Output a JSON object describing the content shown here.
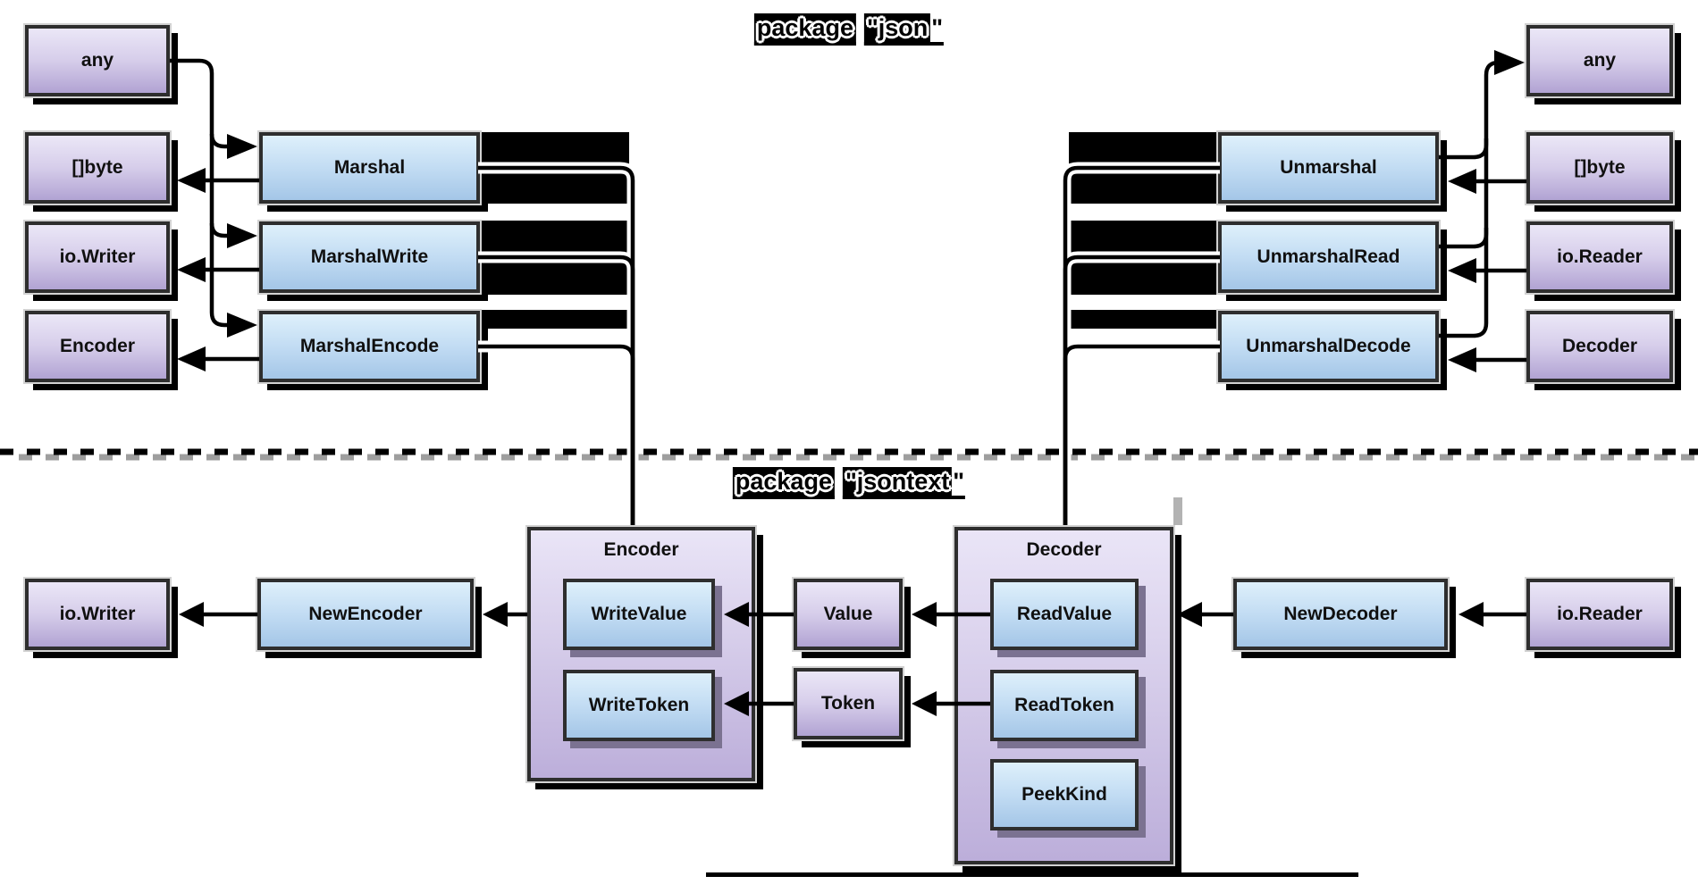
{
  "titles": {
    "json": {
      "word": "package",
      "quoted": "\"json",
      "tail": "\""
    },
    "jsontext": {
      "word": "package",
      "quoted": "\"jsontext",
      "tail": "\""
    }
  },
  "top_left": {
    "types": [
      "any",
      "[]byte",
      "io.Writer",
      "Encoder"
    ],
    "funcs": [
      "Marshal",
      "MarshalWrite",
      "MarshalEncode"
    ]
  },
  "top_right": {
    "funcs": [
      "Unmarshal",
      "UnmarshalRead",
      "UnmarshalDecode"
    ],
    "types": [
      "any",
      "[]byte",
      "io.Reader",
      "Decoder"
    ]
  },
  "bottom": {
    "io_writer": "io.Writer",
    "new_encoder": "NewEncoder",
    "encoder": {
      "title": "Encoder",
      "methods": [
        "WriteValue",
        "WriteToken"
      ]
    },
    "value": "Value",
    "token": "Token",
    "decoder": {
      "title": "Decoder",
      "methods": [
        "ReadValue",
        "ReadToken",
        "PeekKind"
      ]
    },
    "new_decoder": "NewDecoder",
    "io_reader": "io.Reader"
  },
  "colors": {
    "type_box_top": "#ebe7f7",
    "type_box_bottom": "#b1a3d3",
    "func_box_top": "#def0fb",
    "func_box_bottom": "#a4c6e7",
    "line": "#000000",
    "divider_shadow": "#9e9e9e",
    "redaction": "#000000"
  }
}
